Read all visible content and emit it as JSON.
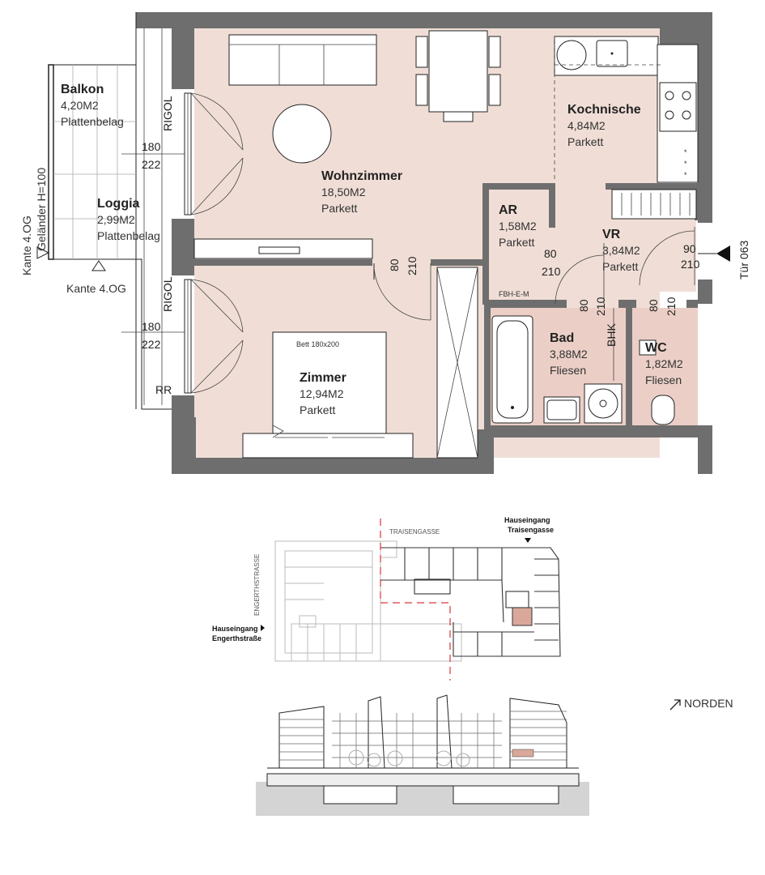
{
  "rooms": {
    "balkon": {
      "name": "Balkon",
      "area": "4,20M2",
      "floor": "Plattenbelag"
    },
    "loggia": {
      "name": "Loggia",
      "area": "2,99M2",
      "floor": "Plattenbelag"
    },
    "wohnzimmer": {
      "name": "Wohnzimmer",
      "area": "18,50M2",
      "floor": "Parkett"
    },
    "kochnische": {
      "name": "Kochnische",
      "area": "4,84M2",
      "floor": "Parkett"
    },
    "ar": {
      "name": "AR",
      "area": "1,58M2",
      "floor": "Parkett"
    },
    "vr": {
      "name": "VR",
      "area": "3,84M2",
      "floor": "Parkett"
    },
    "zimmer": {
      "name": "Zimmer",
      "area": "12,94M2",
      "floor": "Parkett"
    },
    "bad": {
      "name": "Bad",
      "area": "3,88M2",
      "floor": "Fliesen"
    },
    "wc": {
      "name": "WC",
      "area": "1,82M2",
      "floor": "Fliesen"
    }
  },
  "labels": {
    "gelaender": "Geländer H=100",
    "kante_vertical": "Kante 4.OG",
    "kante_horizontal": "Kante 4.OG",
    "rigol_top": "RIGOL",
    "rigol_bottom": "RIGOL",
    "rr": "RR",
    "fbh": "FBH-E-M",
    "bhk": "BHK",
    "bett": "Bett 180x200",
    "tuer": "Tür 063"
  },
  "dimensions": {
    "window_top": {
      "w": "180",
      "h": "222"
    },
    "window_bottom": {
      "w": "180",
      "h": "222"
    },
    "door_wohn": {
      "w": "80",
      "h": "210"
    },
    "door_ar": {
      "w": "80",
      "h": "210"
    },
    "door_bad": {
      "w": "80",
      "h": "210"
    },
    "door_wc": {
      "w": "80",
      "h": "210"
    },
    "door_entry": {
      "w": "90",
      "h": "210"
    }
  },
  "siteplan": {
    "street_top": "TRAISENGASSE",
    "street_left": "ENGERTHSTRASSE",
    "entrance_top": [
      "Hauseingang",
      "Traisengasse"
    ],
    "entrance_left": [
      "Hauseingang",
      "Engerthstraße"
    ]
  },
  "north": "NORDEN",
  "colors": {
    "wall": "#6e6e6e",
    "floor": "#f0ded6",
    "wet": "#ebcfc6",
    "highlight": "#d9a89a",
    "section_red": "#d63a3a"
  }
}
